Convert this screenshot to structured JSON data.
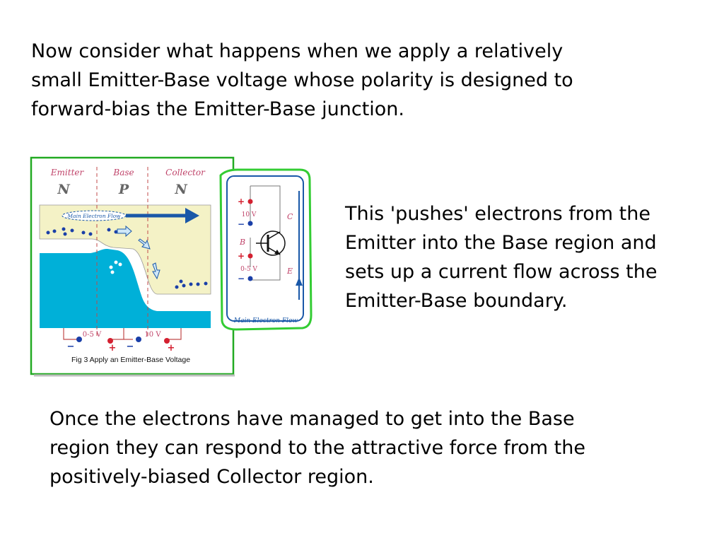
{
  "text": {
    "p1": [
      "Now consider what happens when we apply a relatively",
      "small Emitter-Base voltage whose polarity is designed to",
      "forward-bias the Emitter-Base junction."
    ],
    "p2": [
      "This 'pushes' electrons from the",
      "Emitter into the Base region and",
      "sets up a current flow across the",
      "Emitter-Base boundary."
    ],
    "p3": [
      "Once the electrons have managed to get into the Base",
      "region they can respond to the attractive force from the",
      "positively-biased Collector region."
    ]
  },
  "figure": {
    "regions": [
      {
        "name": "Emitter",
        "type": "N"
      },
      {
        "name": "Base",
        "type": "P"
      },
      {
        "name": "Collector",
        "type": "N"
      }
    ],
    "main_flow_label": "Main Electron Flow",
    "inset_flow_label": "Main Electron Flow",
    "bottom_eb_voltage": "0-5 V",
    "bottom_cb_voltage": "10 V",
    "inset_top_voltage": "10 V",
    "inset_bottom_voltage": "0-5 V",
    "terminal_c": "C",
    "terminal_b": "B",
    "terminal_e": "E",
    "plus": "+",
    "minus": "−",
    "caption": "Fig 3 Apply an Emitter-Base Voltage",
    "colors": {
      "frame": "#22aa22",
      "band_cyan": "#00b0d8",
      "band_yellow": "#f4f2c6",
      "label": "#c0446a",
      "wire_blue": "#1a58a8",
      "terminal_red": "#d42030",
      "terminal_blue": "#1a3fa8"
    }
  }
}
